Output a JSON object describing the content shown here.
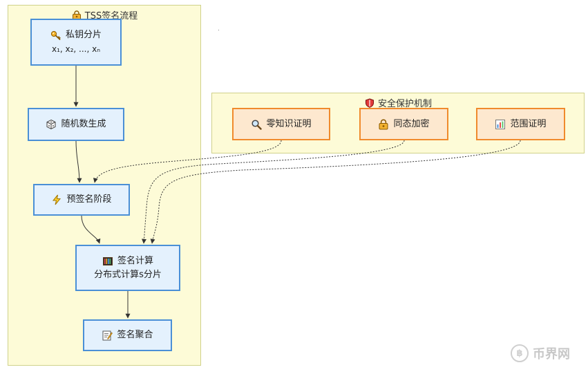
{
  "tss_cluster": {
    "title": "TSS签名流程",
    "icon": "lock-key-icon"
  },
  "security_cluster": {
    "title": "安全保护机制",
    "icon": "shield-icon"
  },
  "nodes": {
    "private_key": {
      "label": "私钥分片",
      "sub": "x₁, x₂, ..., xₙ",
      "icon": "key-icon"
    },
    "random": {
      "label": "随机数生成",
      "icon": "dice-icon"
    },
    "presign": {
      "label": "预签名阶段",
      "icon": "lightning-icon"
    },
    "compute": {
      "label": "签名计算",
      "sub": "分布式计算s分片",
      "icon": "abacus-icon"
    },
    "aggregate": {
      "label": "签名聚合",
      "icon": "memo-icon"
    },
    "zkp": {
      "label": "零知识证明",
      "icon": "magnifier-icon"
    },
    "he": {
      "label": "同态加密",
      "icon": "lock-key-icon"
    },
    "range": {
      "label": "范围证明",
      "icon": "bar-chart-icon"
    }
  },
  "colors": {
    "cluster_fill": "#fdfbd7",
    "blue_fill": "#e4f1fd",
    "blue_border": "#4a8fd6",
    "orange_fill": "#fde8cf",
    "orange_border": "#f08a2c",
    "edge": "#333333"
  },
  "watermark": {
    "text": "币界网"
  }
}
